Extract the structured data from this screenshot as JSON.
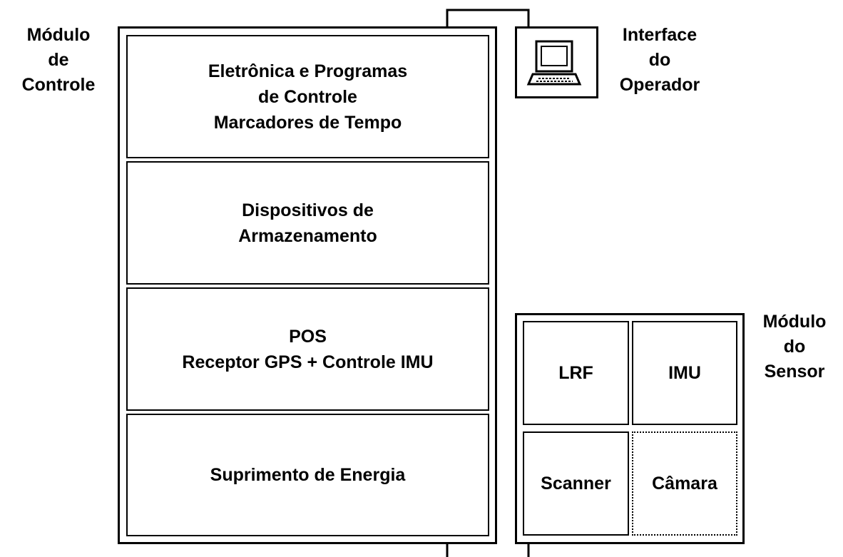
{
  "control_module_label": [
    "Módulo",
    "de",
    "Controle"
  ],
  "control_sections": [
    [
      "Eletrônica e Programas",
      "de Controle",
      "Marcadores de Tempo"
    ],
    [
      "Dispositivos de",
      "Armazenamento"
    ],
    [
      "POS",
      "Receptor GPS + Controle IMU"
    ],
    [
      "Suprimento de Energia"
    ]
  ],
  "operator_interface_label": [
    "Interface",
    "do",
    "Operador"
  ],
  "sensor_module_label": [
    "Módulo",
    "do",
    "Sensor"
  ],
  "sensor_cells": [
    "LRF",
    "IMU",
    "Scanner",
    "Câmara"
  ],
  "icons": {
    "operator_interface": "computer-terminal-icon"
  }
}
